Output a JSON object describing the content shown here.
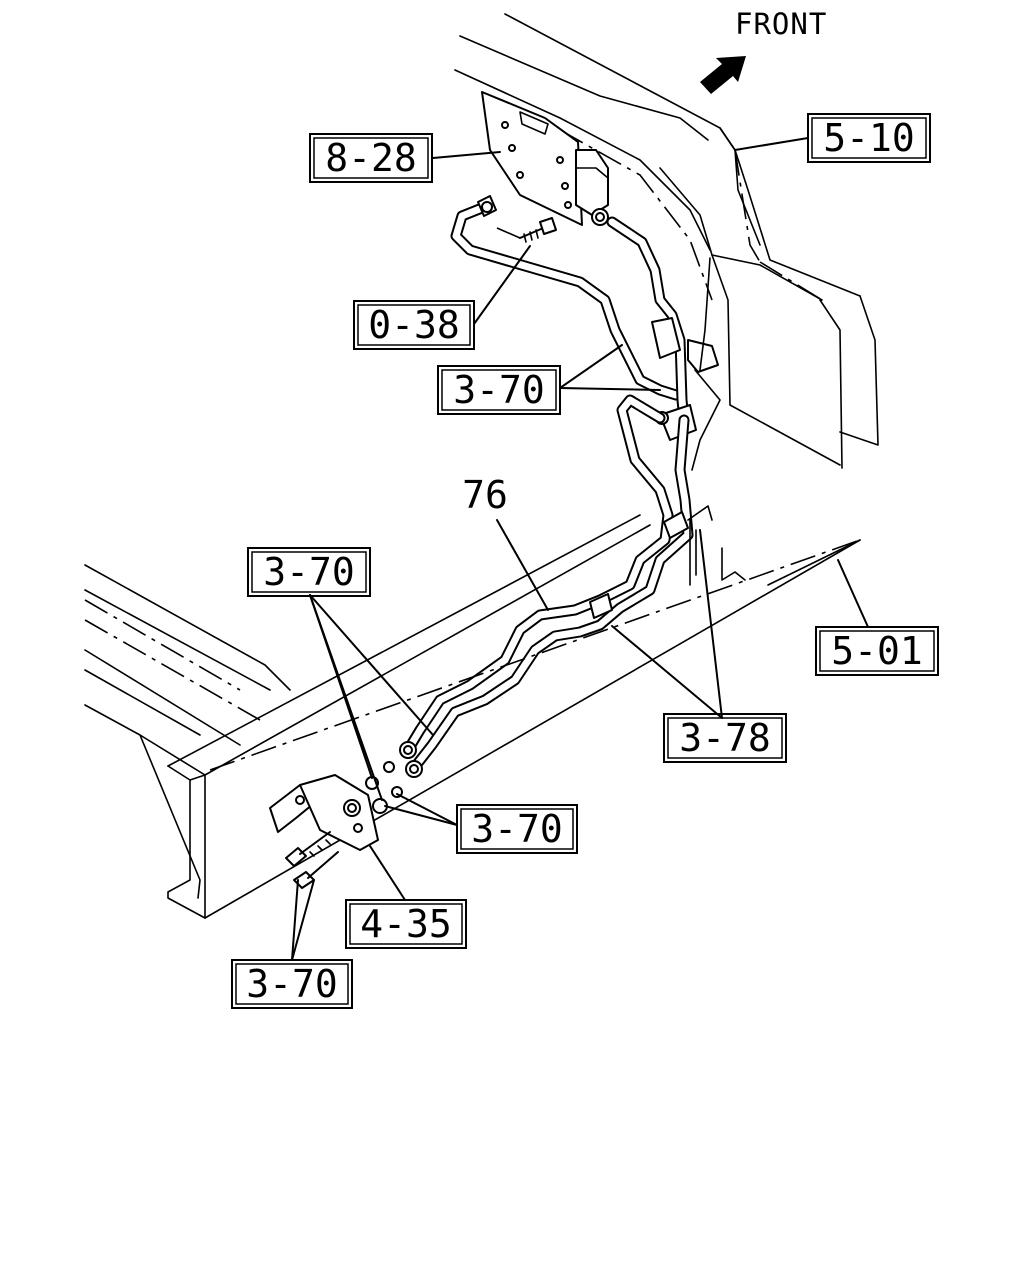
{
  "orientation": {
    "label": "FRONT",
    "arrow_icon": "front-direction-arrow"
  },
  "callouts": {
    "c_8_28": "8-28",
    "c_5_10": "5-10",
    "c_0_38": "0-38",
    "c_3_70_top": "3-70",
    "c_76": "76",
    "c_3_70_left": "3-70",
    "c_5_01": "5-01",
    "c_3_78": "3-78",
    "c_3_70_nuts": "3-70",
    "c_4_35": "4-35",
    "c_3_70_bolts": "3-70"
  }
}
